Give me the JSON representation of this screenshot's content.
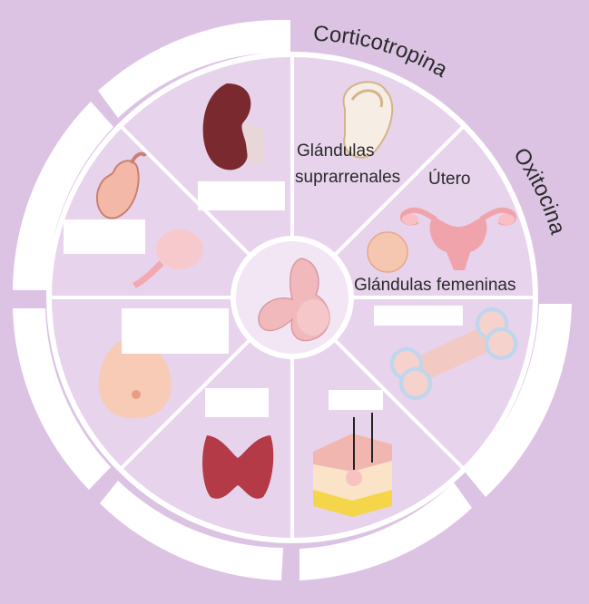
{
  "diagram": {
    "arc_labels": {
      "top": "Corticotropina",
      "right": "Oxitocina"
    },
    "sector_labels": {
      "adrenal_line1": "Glándulas",
      "adrenal_line2": "suprarrenales",
      "uterus": "Útero",
      "female_glands": "Glándulas femeninas"
    },
    "colors": {
      "background": "#dcc3e4",
      "wheel_fill": "#e7d3ec",
      "divider": "#ffffff",
      "organ_pink": "#f0b4b8",
      "kidney": "#7a2a2e",
      "thyroid": "#b43a48"
    },
    "icons": [
      "pituitary-gland-icon",
      "kidney-icon",
      "adrenal-gland-icon",
      "uterus-icon",
      "ovary-icon",
      "bone-icon",
      "skin-icon",
      "thyroid-icon",
      "breast-icon",
      "testis-icon",
      "mammary-gland-icon"
    ]
  }
}
